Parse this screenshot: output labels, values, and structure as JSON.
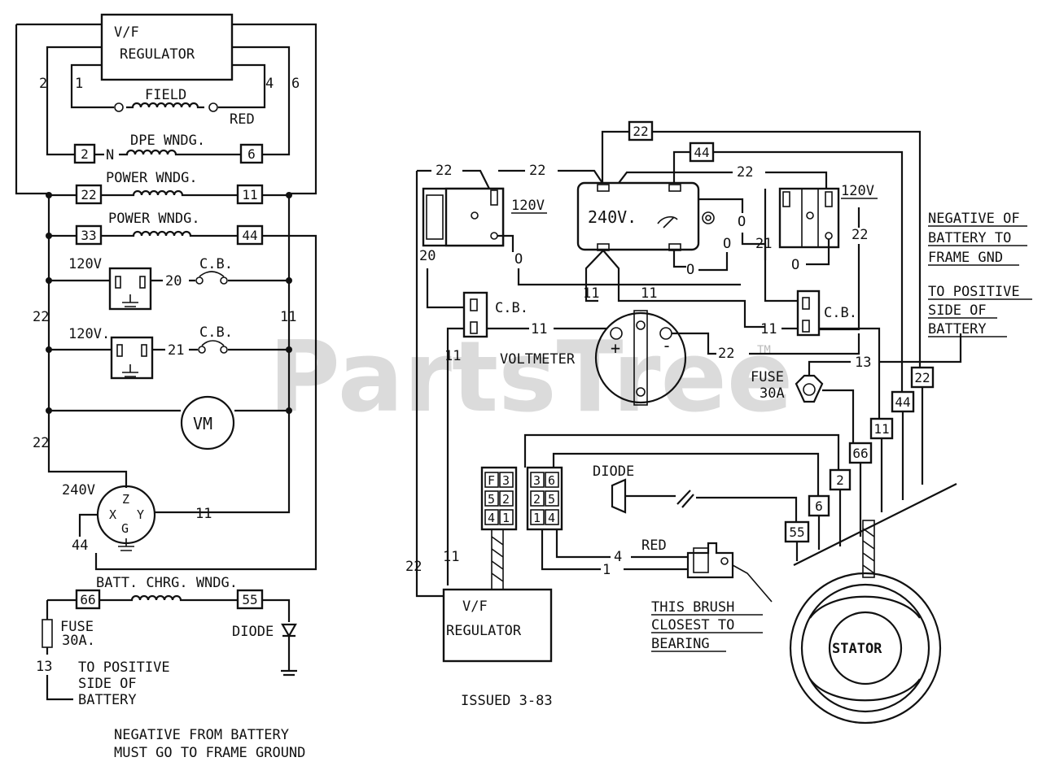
{
  "watermark": "PartsTree",
  "trademark": "TM",
  "issued": "ISSUED 3-83",
  "left": {
    "regulator_l1": "V/F",
    "regulator_l2": "REGULATOR",
    "terminals": {
      "t2": "2",
      "t1": "1",
      "t4": "4",
      "t6": "6"
    },
    "field": "FIELD",
    "red": "RED",
    "dpe_wndg": "DPE WNDG.",
    "dpe_left": "2",
    "dpe_n": "N",
    "dpe_right": "6",
    "power_wndg_1": "POWER WNDG.",
    "pw1_left": "22",
    "pw1_right": "11",
    "power_wndg_2": "POWER WNDG.",
    "pw2_left": "33",
    "pw2_right": "44",
    "outlet1_label": "120V",
    "outlet1_wire": "20",
    "cb1": "C.B.",
    "outlet2_label": "120V.",
    "outlet2_wire": "21",
    "cb2": "C.B.",
    "wire22_a": "22",
    "wire11": "11",
    "vm": "VM",
    "wire22_b": "22",
    "outlet240_label": "240V",
    "o240_z": "Z",
    "o240_x": "X",
    "o240_y": "Y",
    "o240_g": "G",
    "o240_wire": "11",
    "wire44": "44",
    "batt_chrg": "BATT. CHRG. WNDG.",
    "bc_left": "66",
    "bc_right": "55",
    "fuse_l1": "FUSE",
    "fuse_l2": "30A.",
    "wire13": "13",
    "diode": "DIODE",
    "to_pos_l1": "TO POSITIVE",
    "to_pos_l2": "SIDE OF",
    "to_pos_l3": "BATTERY",
    "neg_l1": "NEGATIVE FROM BATTERY",
    "neg_l2": "MUST GO TO FRAME GROUND"
  },
  "right": {
    "top22": "22",
    "top44": "44",
    "w22_a": "22",
    "w22_b": "22",
    "w22_c": "22",
    "outlet_left_label": "120V",
    "outlet_right_label": "120V",
    "outlet240": "240V.",
    "w20": "20",
    "w21": "21",
    "w22_r": "22",
    "o_1": "O",
    "o_2": "O",
    "o_3": "O",
    "o_4": "O",
    "o_5": "O",
    "w11_a": "11",
    "w11_b": "11",
    "cb_left": "C.B.",
    "cb_right": "C.B.",
    "w11_c": "11",
    "w11_d": "11",
    "w11_e": "11",
    "voltmeter": "VOLTMETER",
    "plus": "+",
    "minus": "-",
    "w22_vm": "22",
    "fuse_l1": "FUSE",
    "fuse_l2": "30A",
    "w13": "13",
    "neg_l1": "NEGATIVE OF",
    "neg_l2": "BATTERY TO",
    "neg_l3": "FRAME GND",
    "pos_l1": "TO POSITIVE",
    "pos_l2": "SIDE OF",
    "pos_l3": "BATTERY",
    "box22": "22",
    "box44": "44",
    "box11": "11",
    "box66": "66",
    "box2": "2",
    "box6": "6",
    "box55": "55",
    "diode": "DIODE",
    "plug_a": [
      "F",
      "3",
      "5",
      "2",
      "4",
      "1"
    ],
    "plug_b": [
      "3",
      "6",
      "2",
      "5",
      "1",
      "4"
    ],
    "red": "RED",
    "w4": "4",
    "w1": "1",
    "w22_long": "22",
    "w11_long": "11",
    "regulator_l1": "V/F",
    "regulator_l2": "REGULATOR",
    "brush_l1": "THIS BRUSH",
    "brush_l2": "CLOSEST TO",
    "brush_l3": "BEARING",
    "stator": "STATOR"
  }
}
